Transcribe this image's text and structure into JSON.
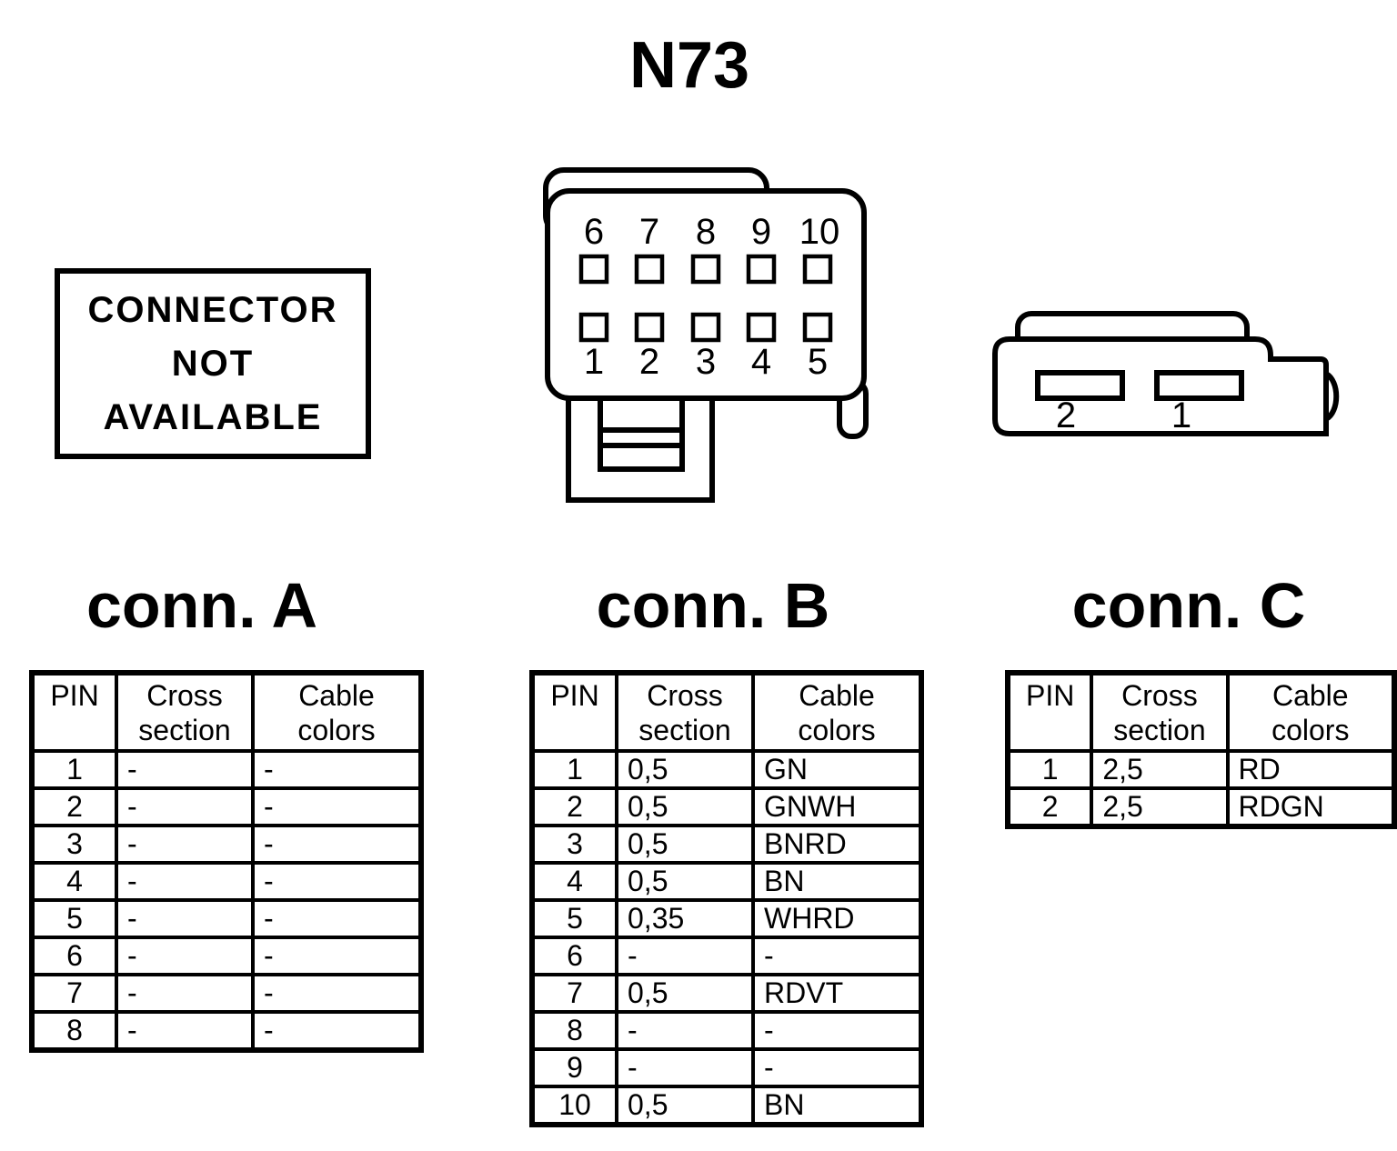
{
  "title": "N73",
  "colors": {
    "ink": "#000000",
    "paper": "#ffffff"
  },
  "not_available_box": {
    "line1": "CONNECTOR",
    "line2": "NOT",
    "line3": "AVAILABLE"
  },
  "drawings": {
    "b_connector": {
      "top_pins": [
        "6",
        "7",
        "8",
        "9",
        "10"
      ],
      "bottom_pins": [
        "1",
        "2",
        "3",
        "4",
        "5"
      ]
    },
    "c_connector": {
      "left_pin": "2",
      "right_pin": "1"
    }
  },
  "tables": {
    "a": {
      "heading": "conn. A",
      "columns": {
        "pin": "PIN",
        "cross": "Cross section",
        "colors": "Cable colors"
      },
      "rows": [
        [
          "1",
          "-",
          "-"
        ],
        [
          "2",
          "-",
          "-"
        ],
        [
          "3",
          "-",
          "-"
        ],
        [
          "4",
          "-",
          "-"
        ],
        [
          "5",
          "-",
          "-"
        ],
        [
          "6",
          "-",
          "-"
        ],
        [
          "7",
          "-",
          "-"
        ],
        [
          "8",
          "-",
          "-"
        ]
      ]
    },
    "b": {
      "heading": "conn. B",
      "columns": {
        "pin": "PIN",
        "cross": "Cross section",
        "colors": "Cable colors"
      },
      "rows": [
        [
          "1",
          "0,5",
          "GN"
        ],
        [
          "2",
          "0,5",
          "GNWH"
        ],
        [
          "3",
          "0,5",
          "BNRD"
        ],
        [
          "4",
          "0,5",
          "BN"
        ],
        [
          "5",
          "0,35",
          "WHRD"
        ],
        [
          "6",
          "-",
          "-"
        ],
        [
          "7",
          "0,5",
          "RDVT"
        ],
        [
          "8",
          "-",
          "-"
        ],
        [
          "9",
          "-",
          "-"
        ],
        [
          "10",
          "0,5",
          "BN"
        ]
      ]
    },
    "c": {
      "heading": "conn. C",
      "columns": {
        "pin": "PIN",
        "cross": "Cross section",
        "colors": "Cable colors"
      },
      "rows": [
        [
          "1",
          "2,5",
          "RD"
        ],
        [
          "2",
          "2,5",
          "RDGN"
        ]
      ]
    }
  }
}
